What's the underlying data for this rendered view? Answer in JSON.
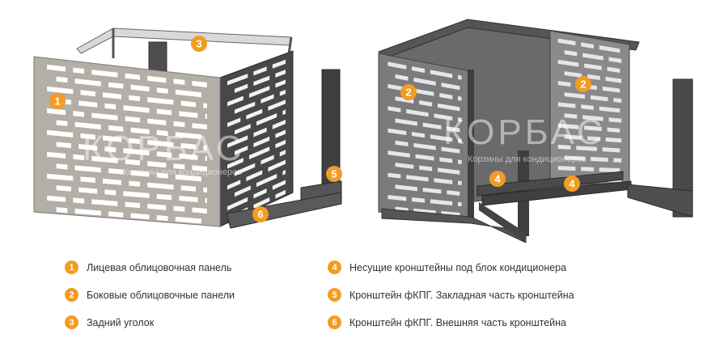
{
  "watermark": {
    "brand": "КОРБАС",
    "tagline": "Корзины для кондиционеров"
  },
  "callouts": {
    "left": [
      "1",
      "3",
      "5",
      "6"
    ],
    "right": [
      "2",
      "2",
      "4",
      "4"
    ]
  },
  "legend": {
    "left": [
      {
        "num": "1",
        "text": "Лицевая облицовочная панель"
      },
      {
        "num": "2",
        "text": "Боковые облицовочные панели"
      },
      {
        "num": "3",
        "text": "Задний уголок"
      }
    ],
    "right": [
      {
        "num": "4",
        "text": "Несущие кронштейны под блок кондиционера"
      },
      {
        "num": "5",
        "text": "Кронштейн фКПГ. Закладная часть кронштейна"
      },
      {
        "num": "6",
        "text": "Кронштейн фКПГ. Внешняя часть кронштейна"
      }
    ]
  },
  "colors": {
    "accent": "#f39c23",
    "front_panel": "#b3aea6",
    "dark_metal": "#4a4a4c",
    "text": "#333333"
  }
}
